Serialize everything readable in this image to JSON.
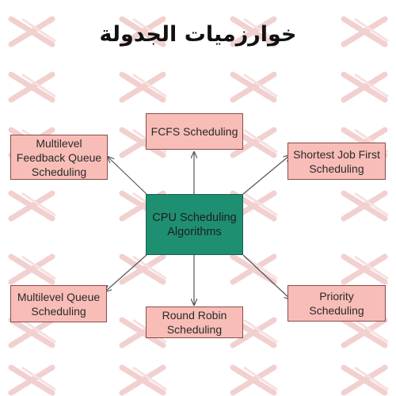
{
  "title": "خوارزميات الجدولة",
  "center": {
    "label": "CPU Scheduling\nAlgorithms"
  },
  "nodes": {
    "fcfs": "FCFS Scheduling",
    "sjf": "Shortest Job First\nScheduling",
    "priority": "Priority\nScheduling",
    "round_robin": "Round Robin\nScheduling",
    "multilevel_queue": "Multilevel Queue\nScheduling",
    "multilevel_feedback": "Multilevel\nFeedback Queue\nScheduling"
  },
  "colors": {
    "center_fill": "#1f8f72",
    "node_fill": "#f8bdb7",
    "node_border": "#8a4a4a",
    "arrow": "#555555",
    "watermark": "#f3d4d4"
  }
}
